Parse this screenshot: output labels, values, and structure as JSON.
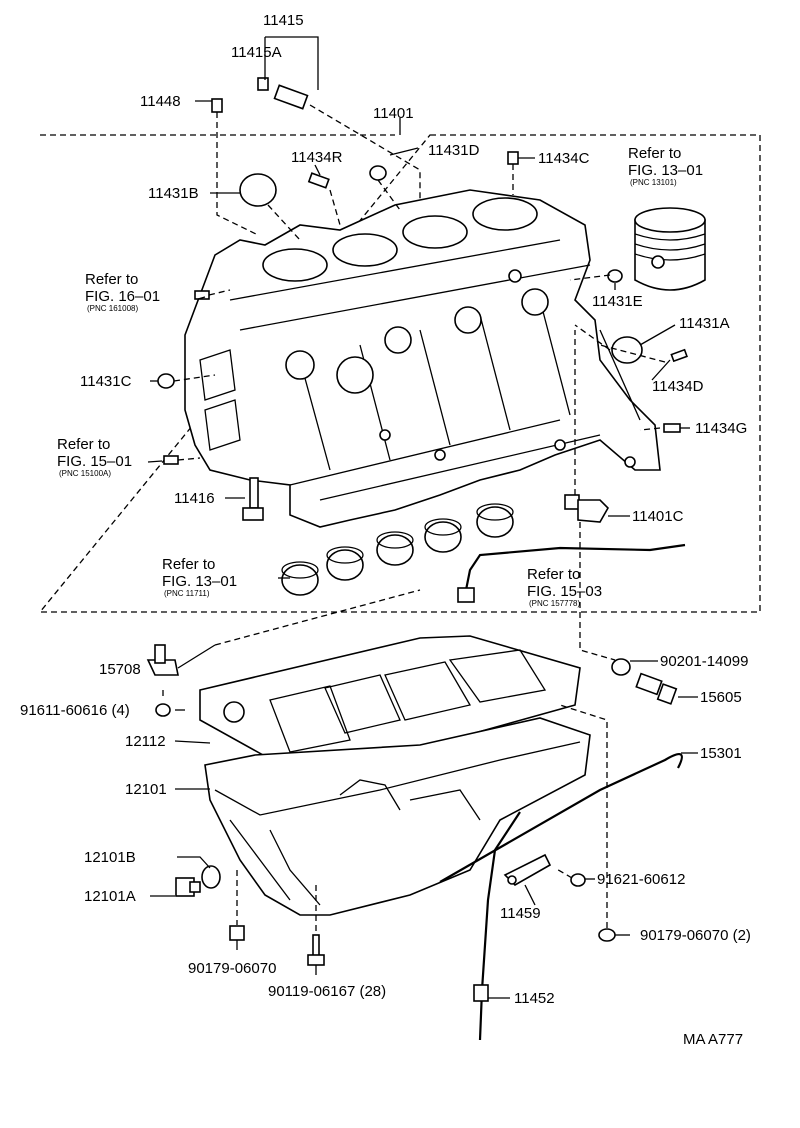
{
  "labels": {
    "p11415": "11415",
    "p11415A": "11415A",
    "p11448": "11448",
    "p11401": "11401",
    "p11434R": "11434R",
    "p11431D": "11431D",
    "p11434C": "11434C",
    "p11431B": "11431B",
    "p11431E": "11431E",
    "p11431A": "11431A",
    "p11431C": "11431C",
    "p11434D": "11434D",
    "p11434G": "11434G",
    "p11416": "11416",
    "p11401C": "11401C",
    "p15708": "15708",
    "p91611": "91611-60616 (4)",
    "p90201": "90201-14099",
    "p15605": "15605",
    "p12112": "12112",
    "p15301": "15301",
    "p12101": "12101",
    "p12101B": "12101B",
    "p12101A": "12101A",
    "p91621": "91621-60612",
    "p11459": "11459",
    "p90179b": "90179-06070 (2)",
    "p90179a": "90179-06070",
    "p90119": "90119-06167 (28)",
    "p11452": "11452",
    "code": "MA A777"
  },
  "refs": {
    "r1": {
      "line1": "Refer to",
      "line2": "FIG. 13–01",
      "pnc": "(PNC 13101)"
    },
    "r2": {
      "line1": "Refer to",
      "line2": "FIG. 16–01",
      "pnc": "(PNC 161008)"
    },
    "r3": {
      "line1": "Refer to",
      "line2": "FIG. 15–01",
      "pnc": "(PNC 15100A)"
    },
    "r4": {
      "line1": "Refer to",
      "line2": "FIG. 13–01",
      "pnc": "(PNC 11711)"
    },
    "r5": {
      "line1": "Refer to",
      "line2": "FIG. 15–03",
      "pnc": "(PNC 157778)"
    }
  }
}
